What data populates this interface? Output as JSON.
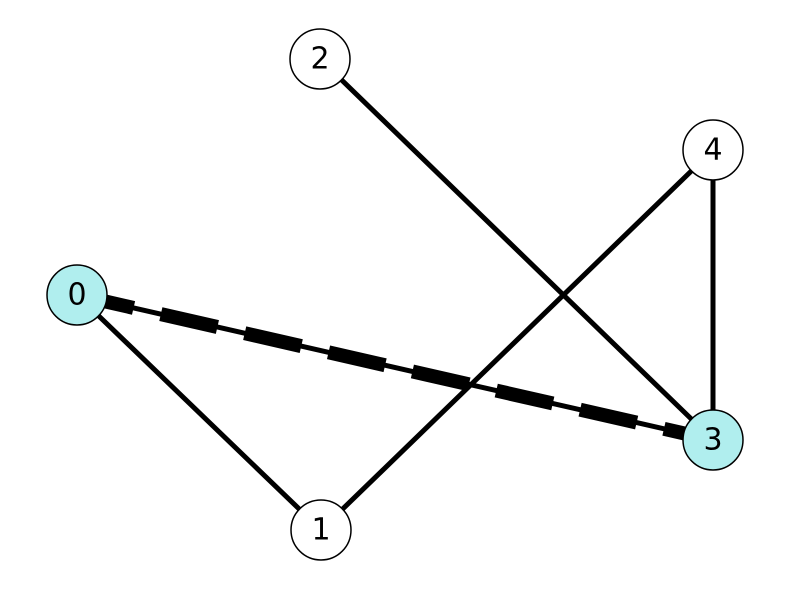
{
  "graph": {
    "nodes": [
      {
        "id": "0",
        "label": "0",
        "highlighted": true
      },
      {
        "id": "1",
        "label": "1",
        "highlighted": false
      },
      {
        "id": "2",
        "label": "2",
        "highlighted": false
      },
      {
        "id": "3",
        "label": "3",
        "highlighted": true
      },
      {
        "id": "4",
        "label": "4",
        "highlighted": false
      }
    ],
    "edges": [
      {
        "source": "0",
        "target": "1"
      },
      {
        "source": "0",
        "target": "3"
      },
      {
        "source": "1",
        "target": "4"
      },
      {
        "source": "2",
        "target": "3"
      },
      {
        "source": "3",
        "target": "4"
      }
    ],
    "highlighted_path": [
      "0",
      "3"
    ]
  },
  "colors": {
    "highlight_node_fill": "#b0eeee",
    "normal_node_fill": "#ffffff",
    "highlight_edge": "#008080",
    "edge": "#000000"
  }
}
